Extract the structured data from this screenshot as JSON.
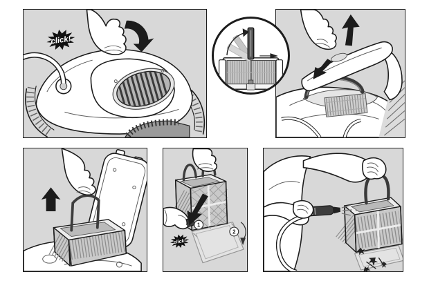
{
  "colors": {
    "canvas": "#ffffff",
    "panel-bg": "#d8d8d8",
    "line": "#1c1c1c",
    "burst-bg": "#111111",
    "burst-text": "#ffffff",
    "shade": "#c9c9c9"
  },
  "figure": {
    "panel1": {
      "click_label": "click!"
    },
    "panel4": {
      "click_label": "click!",
      "marker1": "1",
      "marker2": "2"
    }
  }
}
